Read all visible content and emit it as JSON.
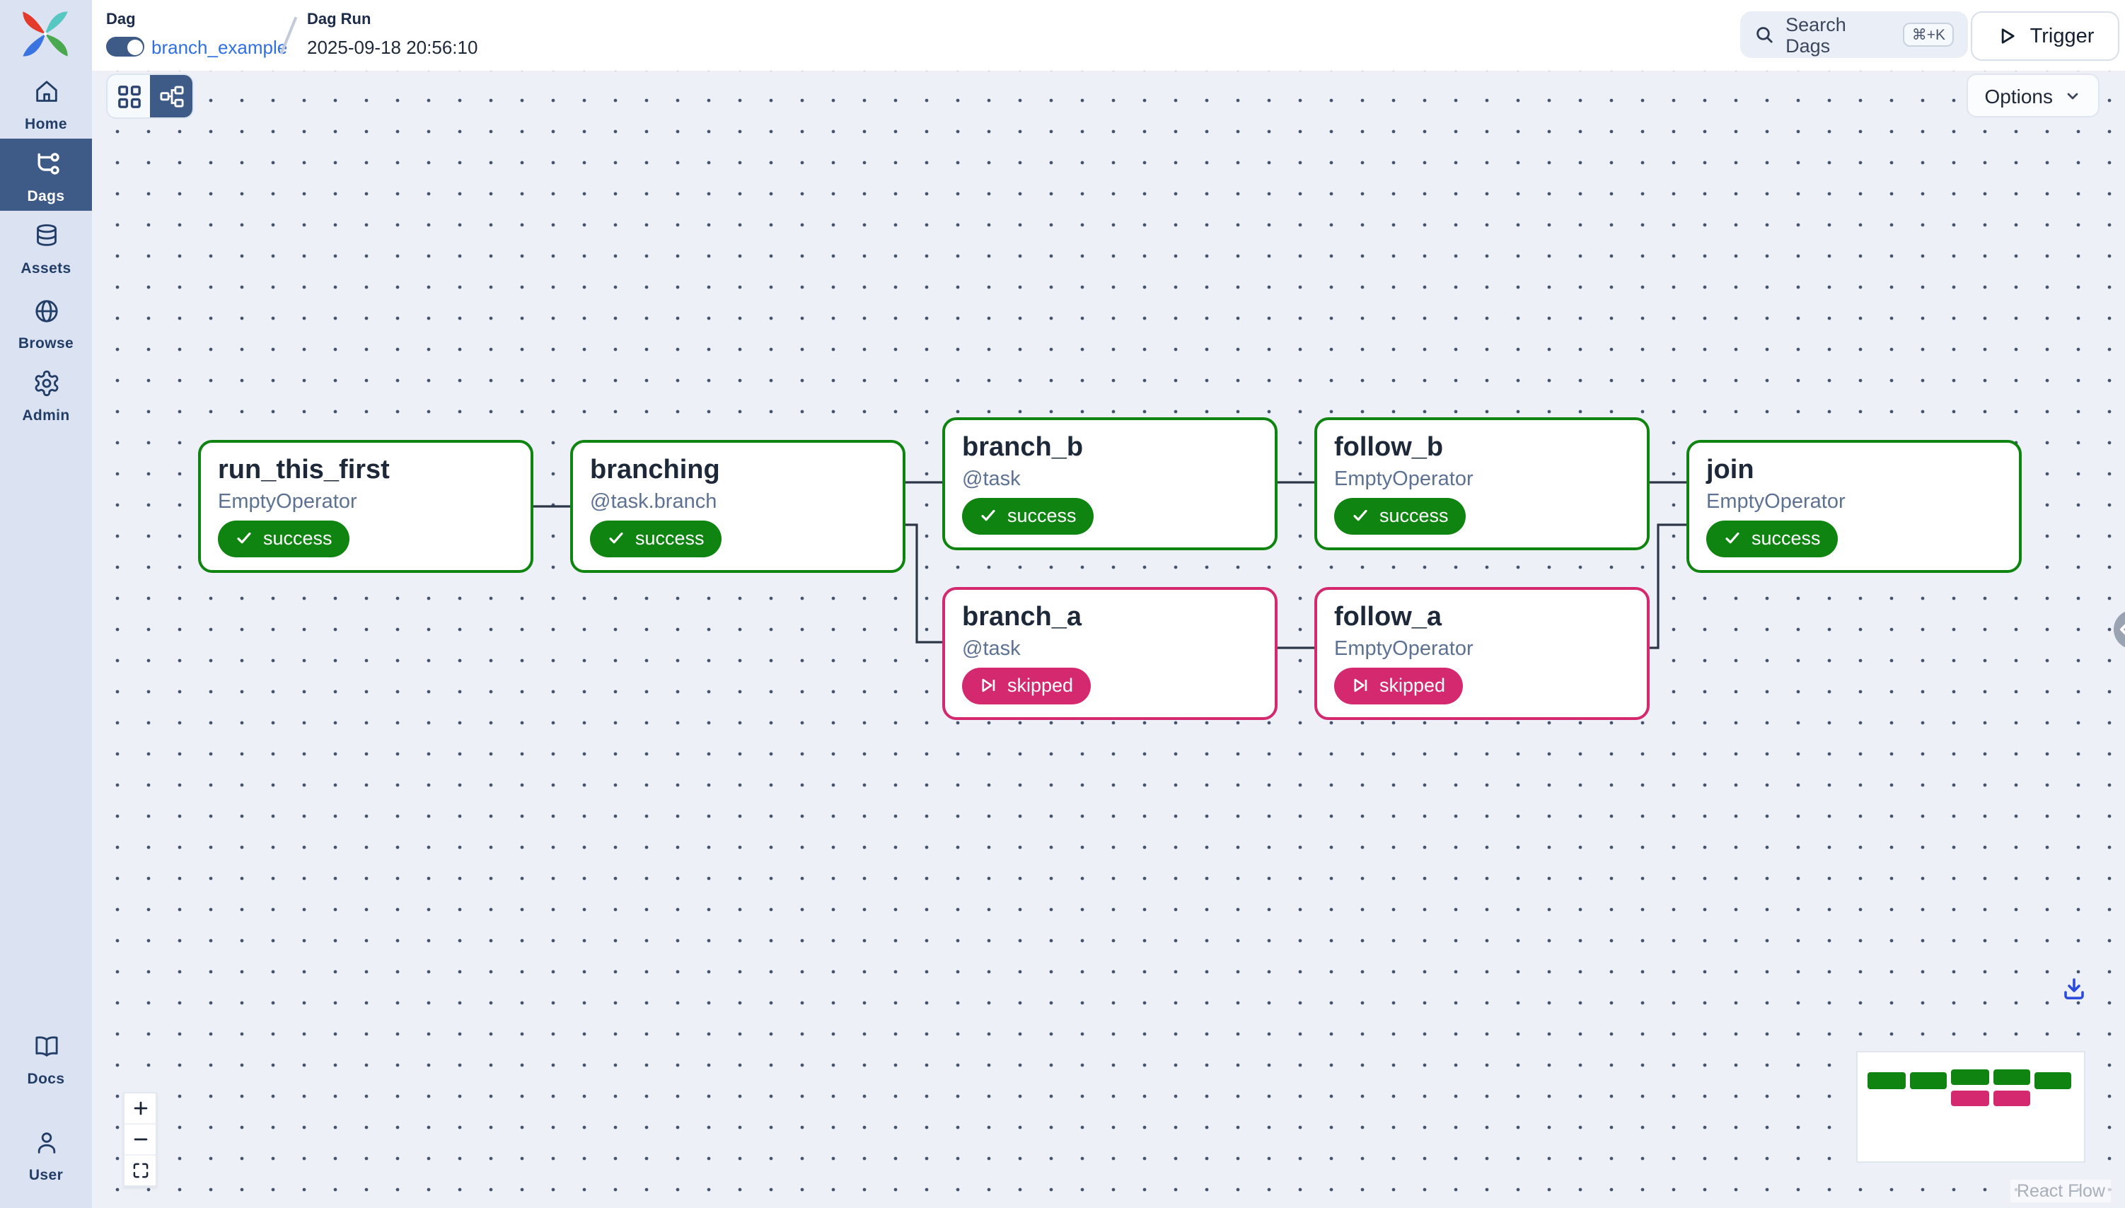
{
  "colors": {
    "success": "#0f8410",
    "skipped": "#d5296f",
    "accent": "#3e5a87",
    "sidebar-bg": "#dbe3f3",
    "sidebar-fg": "#223d66",
    "canvas-bg": "#edf1f7",
    "dot": "#45526e",
    "edge": "#2d3748",
    "link": "#2f6fe4",
    "title": "#1d2939",
    "subtitle": "#5d7292"
  },
  "header": {
    "breadcrumb": {
      "dag_label": "Dag",
      "dag_name": "branch_example",
      "dag_run_label": "Dag Run",
      "dag_run_value": "2025-09-18 20:56:10"
    },
    "search": {
      "label": "Search Dags",
      "shortcut": "⌘+K"
    },
    "trigger": {
      "label": "Trigger"
    }
  },
  "sidebar": {
    "items": [
      {
        "label": "Home",
        "icon": "home-icon"
      },
      {
        "label": "Dags",
        "icon": "dag-icon",
        "active": true
      },
      {
        "label": "Assets",
        "icon": "database-icon"
      },
      {
        "label": "Browse",
        "icon": "globe-icon"
      },
      {
        "label": "Admin",
        "icon": "gear-icon"
      }
    ],
    "bottom_items": [
      {
        "label": "Docs",
        "icon": "book-icon"
      },
      {
        "label": "User",
        "icon": "user-icon"
      }
    ]
  },
  "canvas": {
    "view_toggle": {
      "options": [
        "grid",
        "graph"
      ],
      "active": "graph"
    },
    "options_label": "Options",
    "attribution": "React Flow",
    "nodes": [
      {
        "id": "run_this_first",
        "title": "run_this_first",
        "subtitle": "EmptyOperator",
        "state": "success"
      },
      {
        "id": "branching",
        "title": "branching",
        "subtitle": "@task.branch",
        "state": "success"
      },
      {
        "id": "branch_b",
        "title": "branch_b",
        "subtitle": "@task",
        "state": "success"
      },
      {
        "id": "follow_b",
        "title": "follow_b",
        "subtitle": "EmptyOperator",
        "state": "success"
      },
      {
        "id": "join",
        "title": "join",
        "subtitle": "EmptyOperator",
        "state": "success"
      },
      {
        "id": "branch_a",
        "title": "branch_a",
        "subtitle": "@task",
        "state": "skipped"
      },
      {
        "id": "follow_a",
        "title": "follow_a",
        "subtitle": "EmptyOperator",
        "state": "skipped"
      }
    ],
    "edges": [
      {
        "from": "run_this_first",
        "to": "branching"
      },
      {
        "from": "branching",
        "to": "branch_b"
      },
      {
        "from": "branching",
        "to": "branch_a"
      },
      {
        "from": "branch_b",
        "to": "follow_b"
      },
      {
        "from": "branch_a",
        "to": "follow_a"
      },
      {
        "from": "follow_b",
        "to": "join"
      },
      {
        "from": "follow_a",
        "to": "join"
      }
    ],
    "icons": {
      "search": "magnifier",
      "trigger": "play-outline",
      "success_badge": "checkmark",
      "skipped_badge": "skip-forward",
      "zoom_in": "plus",
      "zoom_out": "minus",
      "fit_view": "corners",
      "download": "download-tray",
      "panel_handle": "chevron-left",
      "options": "chevron-down"
    }
  }
}
